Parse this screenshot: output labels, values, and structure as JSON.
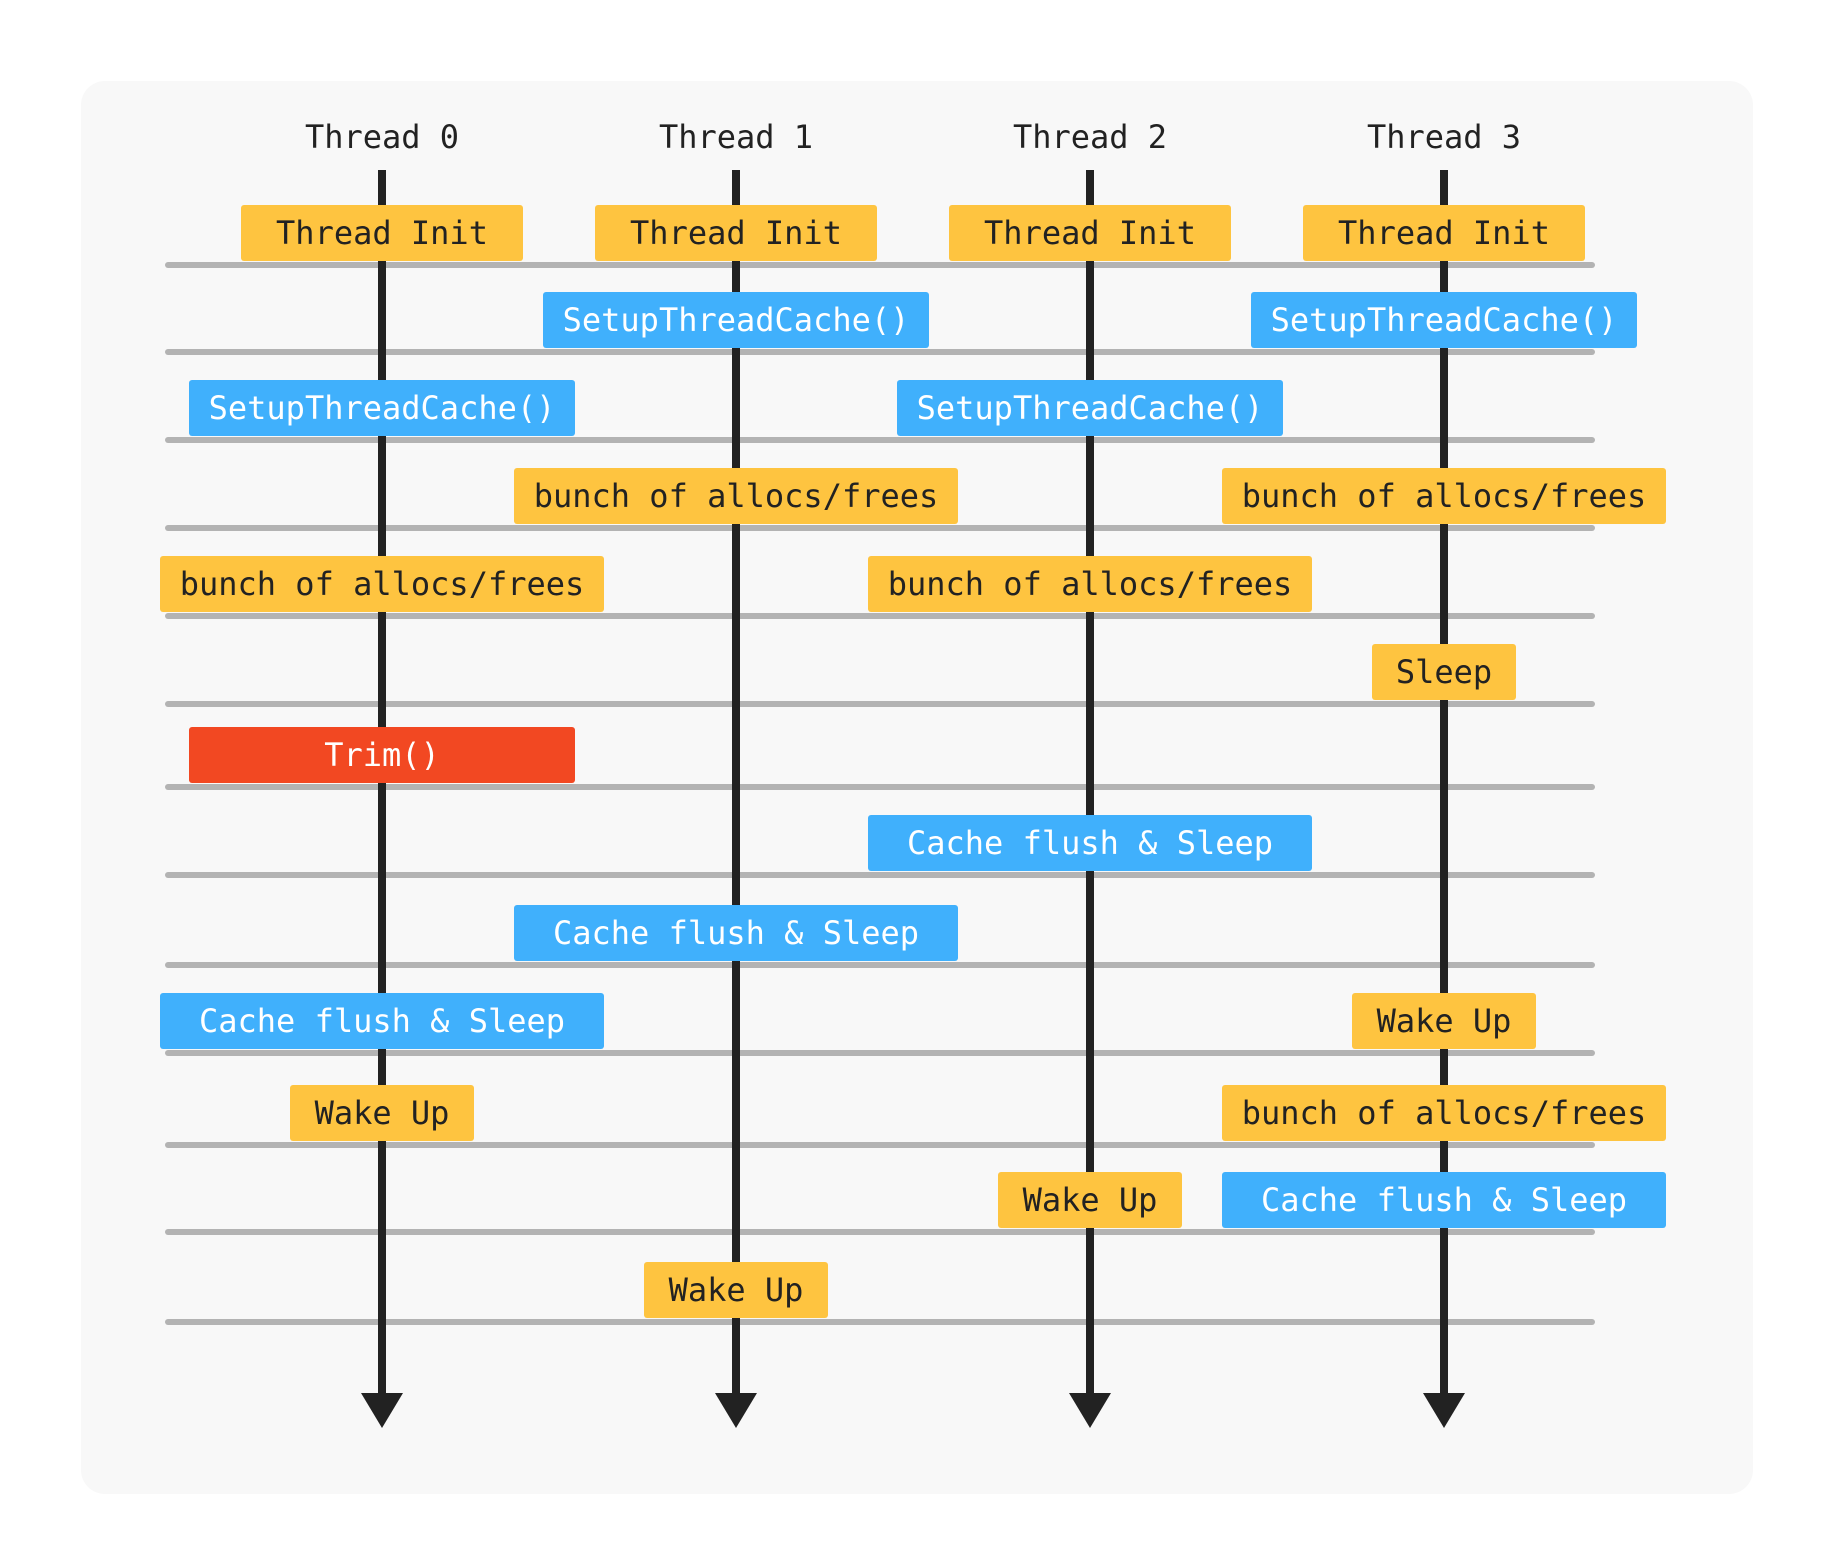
{
  "threads": [
    {
      "label": "Thread 0"
    },
    {
      "label": "Thread 1"
    },
    {
      "label": "Thread 2"
    },
    {
      "label": "Thread 3"
    }
  ],
  "colors": {
    "panel": "#f8f8f8",
    "timeline": "#222222",
    "separator": "#b3b3b3",
    "yellow": "#fec440",
    "blue": "#40b0fc",
    "red": "#f24822",
    "dark_text": "#222222",
    "light_text": "#ffffff"
  },
  "events": [
    {
      "thread": 0,
      "step": 0,
      "label": "Thread Init",
      "kind": "yellow"
    },
    {
      "thread": 1,
      "step": 0,
      "label": "Thread Init",
      "kind": "yellow"
    },
    {
      "thread": 2,
      "step": 0,
      "label": "Thread Init",
      "kind": "yellow"
    },
    {
      "thread": 3,
      "step": 0,
      "label": "Thread Init",
      "kind": "yellow"
    },
    {
      "thread": 1,
      "step": 1,
      "label": "SetupThreadCache()",
      "kind": "blue"
    },
    {
      "thread": 3,
      "step": 1,
      "label": "SetupThreadCache()",
      "kind": "blue"
    },
    {
      "thread": 0,
      "step": 2,
      "label": "SetupThreadCache()",
      "kind": "blue"
    },
    {
      "thread": 2,
      "step": 2,
      "label": "SetupThreadCache()",
      "kind": "blue"
    },
    {
      "thread": 1,
      "step": 3,
      "label": "bunch of allocs/frees",
      "kind": "yellow"
    },
    {
      "thread": 3,
      "step": 3,
      "label": "bunch of allocs/frees",
      "kind": "yellow"
    },
    {
      "thread": 0,
      "step": 4,
      "label": "bunch of allocs/frees",
      "kind": "yellow"
    },
    {
      "thread": 2,
      "step": 4,
      "label": "bunch of allocs/frees",
      "kind": "yellow"
    },
    {
      "thread": 3,
      "step": 5,
      "label": "Sleep",
      "kind": "yellow"
    },
    {
      "thread": 0,
      "step": 6,
      "label": "Trim()",
      "kind": "red"
    },
    {
      "thread": 2,
      "step": 7,
      "label": "Cache flush & Sleep",
      "kind": "blue"
    },
    {
      "thread": 1,
      "step": 8,
      "label": "Cache flush & Sleep",
      "kind": "blue"
    },
    {
      "thread": 0,
      "step": 9,
      "label": "Cache flush & Sleep",
      "kind": "blue"
    },
    {
      "thread": 3,
      "step": 9,
      "label": "Wake Up",
      "kind": "yellow"
    },
    {
      "thread": 0,
      "step": 10,
      "label": "Wake Up",
      "kind": "yellow"
    },
    {
      "thread": 3,
      "step": 10,
      "label": "bunch of allocs/frees",
      "kind": "yellow"
    },
    {
      "thread": 2,
      "step": 11,
      "label": "Wake Up",
      "kind": "yellow"
    },
    {
      "thread": 3,
      "step": 11,
      "label": "Cache flush & Sleep",
      "kind": "blue"
    },
    {
      "thread": 1,
      "step": 12,
      "label": "Wake Up",
      "kind": "yellow"
    }
  ]
}
